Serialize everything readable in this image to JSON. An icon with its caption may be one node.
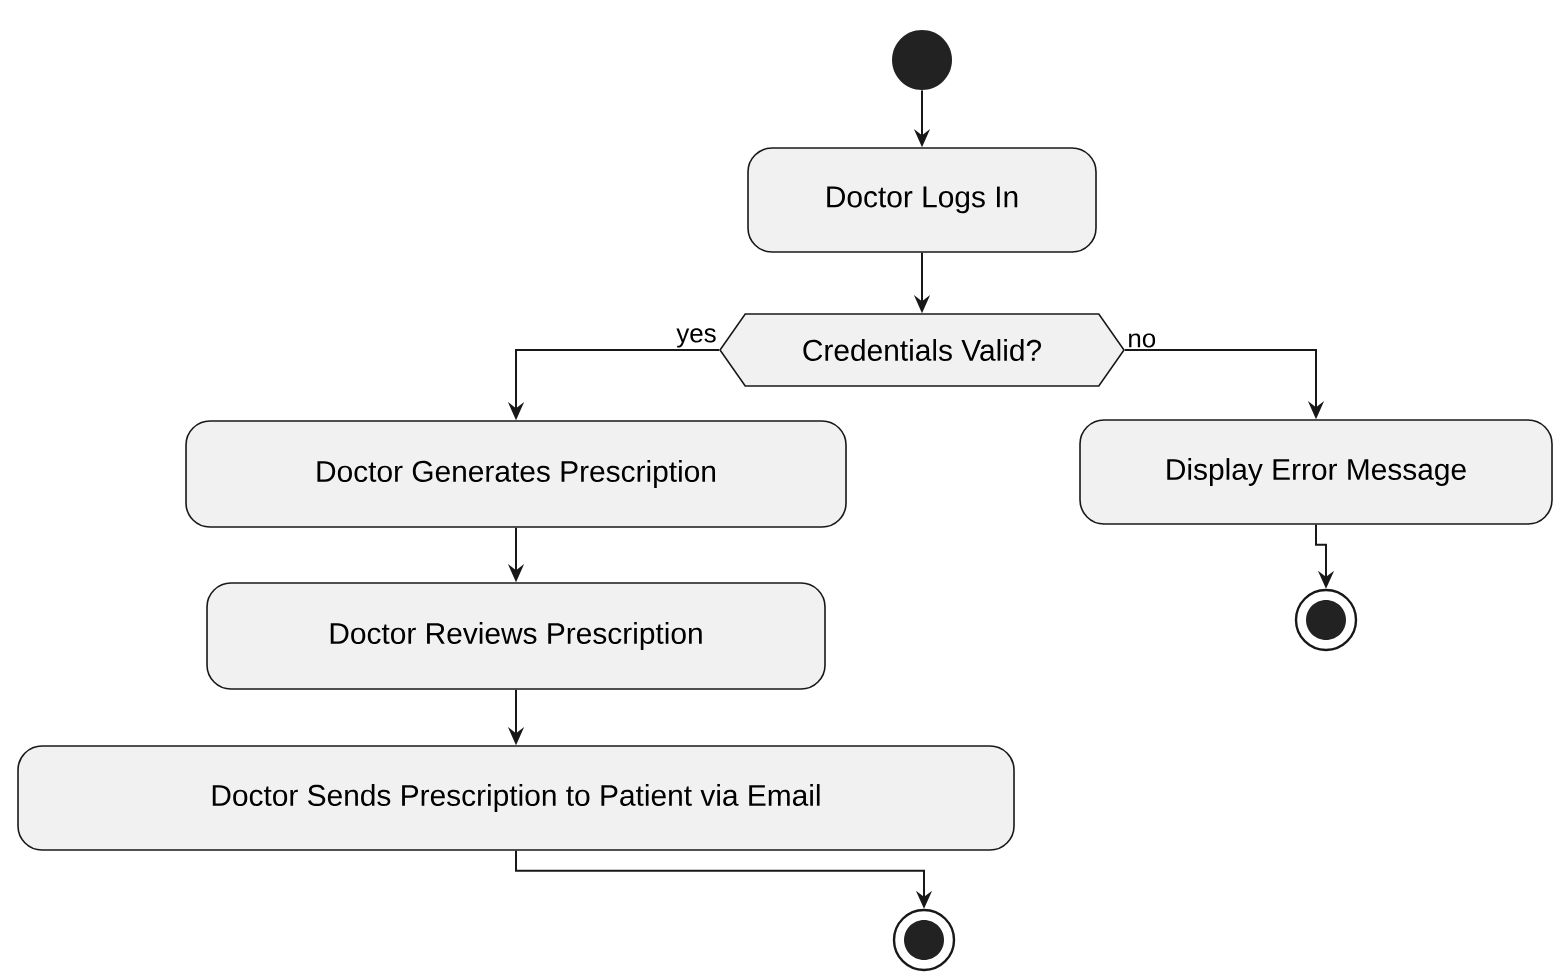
{
  "diagram": {
    "nodes": [
      {
        "text": [],
        "shape": "circle"
      },
      {
        "text": [
          "Doctor Logs In"
        ]
      },
      {
        "text": [
          "Credentials Valid?"
        ]
      },
      {
        "text": [
          "Doctor Generates Prescription"
        ]
      },
      {
        "text": [
          "Display Error Message"
        ]
      },
      {
        "text": [],
        "shape": "bullseye"
      },
      {
        "text": [
          "Doctor Reviews Prescription"
        ]
      },
      {
        "text": [
          "Doctor Sends Prescription to Patient via Email"
        ]
      },
      {
        "text": [],
        "shape": "bullseye"
      }
    ],
    "edges": [
      {
        "from": 0,
        "to": 1,
        "arrow": "to"
      },
      {
        "from": 1,
        "to": 2,
        "arrow": "to"
      },
      {
        "from": 2,
        "to": 3,
        "arrow": "to",
        "label": "yes"
      },
      {
        "from": 2,
        "to": 4,
        "arrow": "to",
        "label": "no"
      },
      {
        "from": 4,
        "to": 5,
        "arrow": "to"
      },
      {
        "from": 3,
        "to": 6,
        "arrow": "to"
      },
      {
        "from": 6,
        "to": 7,
        "arrow": "to"
      },
      {
        "from": 7,
        "to": 8,
        "arrow": "to"
      }
    ]
  }
}
